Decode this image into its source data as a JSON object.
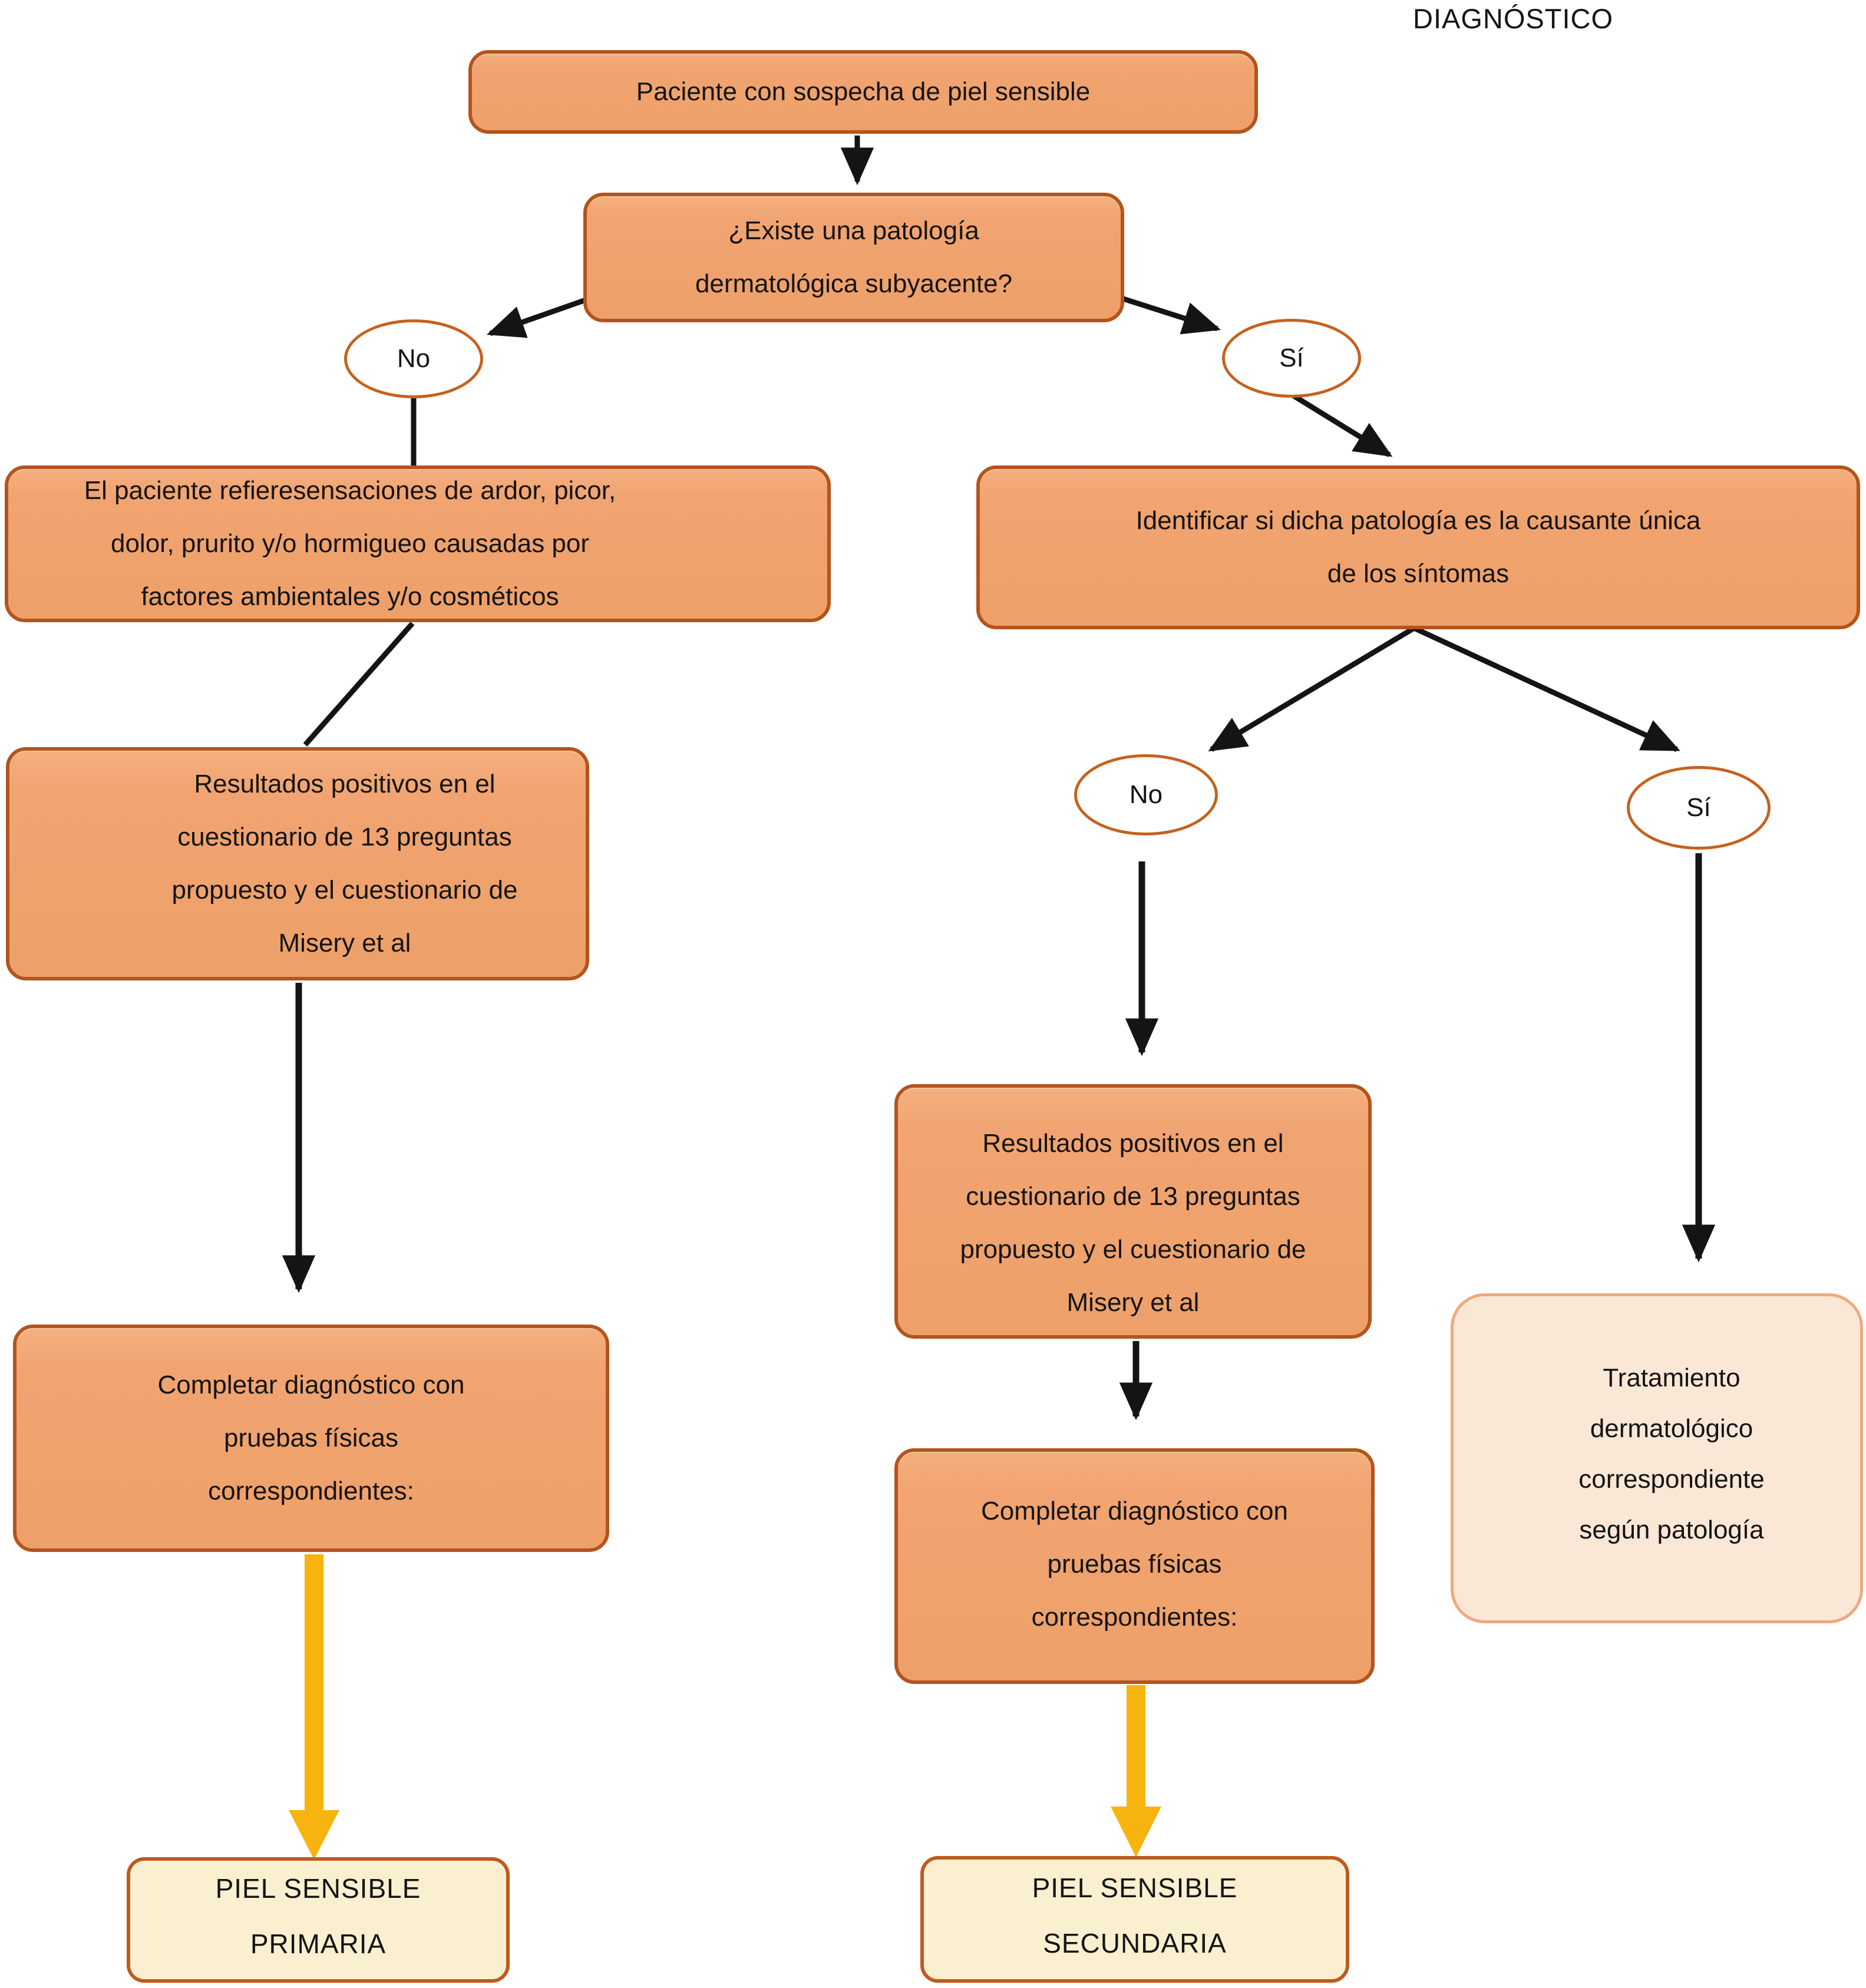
{
  "title": "DIAGNÓSTICO",
  "ellipses": {
    "no1": "No",
    "si1": "Sí",
    "no2": "No",
    "si2": "Sí"
  },
  "nodes": {
    "start": {
      "lines": [
        "Paciente con sospecha de piel sensible"
      ]
    },
    "question": {
      "lines": [
        "¿Existe una patología",
        "dermatológica subyacente?"
      ]
    },
    "sensations": {
      "lines": [
        "El paciente refieresensaciones de ardor, picor,",
        "dolor, prurito y/o hormigueo causadas por",
        "factores ambientales y/o cosméticos"
      ]
    },
    "results_left": {
      "lines": [
        "Resultados positivos en el",
        "cuestionario de 13 preguntas",
        "propuesto y el cuestionario de",
        "Misery et al"
      ]
    },
    "complete_left": {
      "lines": [
        "Completar diagnóstico con",
        "pruebas físicas",
        "correspondientes:"
      ]
    },
    "primary": {
      "lines": [
        "PIEL SENSIBLE",
        "PRIMARIA"
      ]
    },
    "identify": {
      "lines": [
        "Identificar si dicha patología es la causante única",
        "de los síntomas"
      ]
    },
    "results_right": {
      "lines": [
        "Resultados positivos en el",
        "cuestionario de 13 preguntas",
        "propuesto y el cuestionario de",
        "Misery et al"
      ]
    },
    "complete_right": {
      "lines": [
        "Completar diagnóstico con",
        "pruebas físicas",
        "correspondientes:"
      ]
    },
    "secondary": {
      "lines": [
        "PIEL SENSIBLE",
        "SECUNDARIA"
      ]
    },
    "treatment": {
      "lines": [
        "Tratamiento",
        "dermatológico",
        "correspondiente",
        "según patología"
      ]
    }
  },
  "colors": {
    "node_fill": "#f1a471",
    "node_border": "#b4541c",
    "result_fill": "#faf0d0",
    "result_border": "#bf5a1f",
    "treatment_fill": "#fbe7d6",
    "treatment_border": "#f0a87c",
    "ellipse_border": "#c4621f",
    "arrow_black": "#141414",
    "arrow_yellow": "#f7b30e"
  }
}
